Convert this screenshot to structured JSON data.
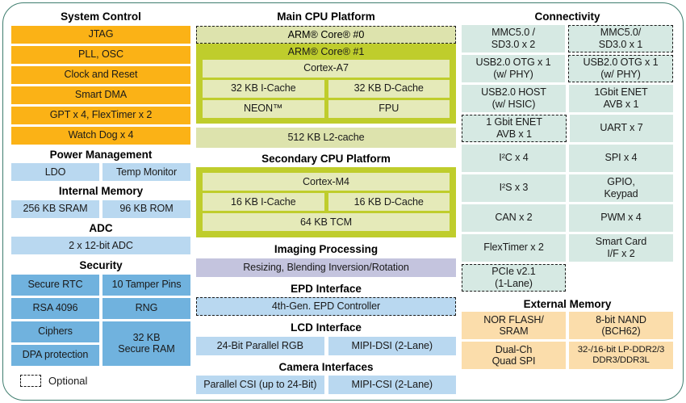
{
  "diagram": {
    "legend": {
      "symbol": "dashed-box",
      "label": "Optional"
    }
  },
  "colors": {
    "orange": "#fbb216",
    "light_blue": "#b9d8f0",
    "medium_blue": "#70b2de",
    "teal": "#d6e9e3",
    "green_outer": "#dde3ad",
    "green_mid": "#bfcd2c",
    "green_inner": "#e5eab9",
    "purple": "#c4c4de",
    "peach": "#fbddab",
    "frame_border": "#3f7d6e"
  },
  "left_column": {
    "system_control": {
      "title": "System Control",
      "items": [
        "JTAG",
        "PLL, OSC",
        "Clock and Reset",
        "Smart DMA",
        "GPT x 4, FlexTimer x 2",
        "Watch Dog x 4"
      ]
    },
    "power_management": {
      "title": "Power Management",
      "items": [
        "LDO",
        "Temp Monitor"
      ]
    },
    "internal_memory": {
      "title": "Internal Memory",
      "items": [
        "256 KB SRAM",
        "96 KB ROM"
      ]
    },
    "adc": {
      "title": "ADC",
      "items": [
        "2 x 12-bit ADC"
      ]
    },
    "security": {
      "title": "Security",
      "rows": [
        [
          "Secure RTC",
          "10 Tamper Pins"
        ],
        [
          "RSA 4096",
          "RNG"
        ],
        [
          "Ciphers",
          "32 KB\nSecure RAM"
        ],
        [
          "DPA protection"
        ]
      ],
      "secure_ram": "32 KB Secure RAM",
      "secure_ram_line1": "32 KB",
      "secure_ram_line2": "Secure RAM",
      "ciphers": "Ciphers",
      "dpa": "DPA protection",
      "rsa": "RSA 4096",
      "rng": "RNG",
      "secure_rtc": "Secure RTC",
      "tamper": "10 Tamper Pins"
    }
  },
  "mid_column": {
    "main_cpu": {
      "title": "Main CPU Platform",
      "core0": "ARM® Core® #0",
      "core1": "ARM® Core® #1",
      "cortex": "Cortex-A7",
      "icache": "32 KB I-Cache",
      "dcache": "32 KB D-Cache",
      "neon": "NEON™",
      "fpu": "FPU",
      "l2cache": "512 KB L2-cache"
    },
    "secondary_cpu": {
      "title": "Secondary CPU Platform",
      "cortex": "Cortex-M4",
      "icache": "16 KB I-Cache",
      "dcache": "16 KB D-Cache",
      "tcm": "64 KB TCM"
    },
    "imaging": {
      "title": "Imaging Processing",
      "item": "Resizing, Blending Inversion/Rotation"
    },
    "epd": {
      "title": "EPD Interface",
      "item": "4th-Gen. EPD Controller"
    },
    "lcd": {
      "title": "LCD Interface",
      "items": [
        "24-Bit Parallel RGB",
        "MIPI-DSI (2-Lane)"
      ]
    },
    "camera": {
      "title": "Camera Interfaces",
      "items": [
        "Parallel CSI (up to 24-Bit)",
        "MIPI-CSI (2-Lane)"
      ]
    }
  },
  "right_column": {
    "connectivity": {
      "title": "Connectivity",
      "rows": [
        {
          "left": {
            "l1": "MMC5.0 /",
            "l2": "SD3.0 x 2",
            "optional": false
          },
          "right": {
            "l1": "MMC5.0/",
            "l2": "SD3.0 x 1",
            "optional": true
          }
        },
        {
          "left": {
            "l1": "USB2.0 OTG x 1",
            "l2": "(w/ PHY)",
            "optional": false
          },
          "right": {
            "l1": "USB2.0 OTG x 1",
            "l2": "(w/ PHY)",
            "optional": true
          }
        },
        {
          "left": {
            "l1": "USB2.0 HOST",
            "l2": "(w/ HSIC)",
            "optional": false
          },
          "right": {
            "l1": "1Gbit ENET",
            "l2": "AVB x 1",
            "optional": false
          }
        },
        {
          "left": {
            "l1": "1 Gbit ENET",
            "l2": "AVB x 1",
            "optional": true
          },
          "right": {
            "l1": "UART x 7",
            "l2": "",
            "optional": false
          }
        },
        {
          "left": {
            "l1": "I²C x 4",
            "l2": "",
            "optional": false
          },
          "right": {
            "l1": "SPI x 4",
            "l2": "",
            "optional": false
          }
        },
        {
          "left": {
            "l1": "I²S x 3",
            "l2": "",
            "optional": false
          },
          "right": {
            "l1": "GPIO,",
            "l2": "Keypad",
            "optional": false
          }
        },
        {
          "left": {
            "l1": "CAN x 2",
            "l2": "",
            "optional": false
          },
          "right": {
            "l1": "PWM x 4",
            "l2": "",
            "optional": false
          }
        },
        {
          "left": {
            "l1": "FlexTimer x 2",
            "l2": "",
            "optional": false
          },
          "right": {
            "l1": "Smart Card",
            "l2": "I/F x 2",
            "optional": false
          }
        },
        {
          "left": {
            "l1": "PCIe v2.1",
            "l2": "(1-Lane)",
            "optional": true
          },
          "right": null
        }
      ]
    },
    "external_memory": {
      "title": "External Memory",
      "rows": [
        {
          "left": {
            "l1": "NOR FLASH/",
            "l2": "SRAM"
          },
          "right": {
            "l1": "8-bit NAND",
            "l2": "(BCH62)"
          }
        },
        {
          "left": {
            "l1": "Dual-Ch",
            "l2": "Quad SPI"
          },
          "right": {
            "l1": "32-/16-bit LP-DDR2/3",
            "l2": "DDR3/DDR3L"
          }
        }
      ]
    }
  }
}
